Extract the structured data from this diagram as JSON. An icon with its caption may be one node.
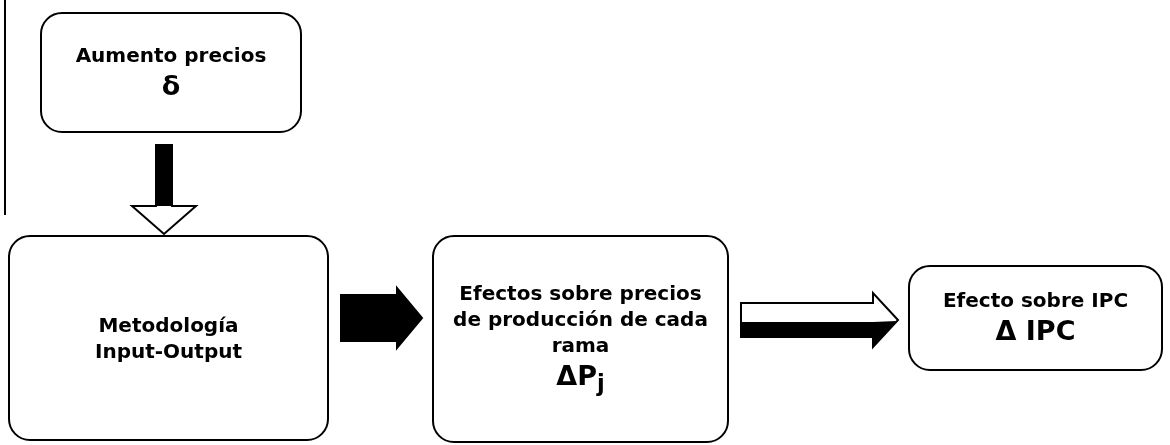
{
  "diagram": {
    "nodes": [
      {
        "text": [
          "Aumento precios",
          "δ"
        ]
      },
      {
        "text": [
          "Metodología Input-Output"
        ]
      },
      {
        "text": [
          "Efectos sobre precios de producción de cada rama",
          "ΔP$_{j}$"
        ]
      },
      {
        "text": [
          "Efecto sobre IPC",
          "Δ IPC"
        ]
      }
    ],
    "edges": [
      {
        "from": 0,
        "to": 1,
        "arrow": "to"
      },
      {
        "from": 1,
        "to": 2,
        "arrow": "to"
      },
      {
        "from": 2,
        "to": 3,
        "arrow": "to"
      }
    ]
  }
}
